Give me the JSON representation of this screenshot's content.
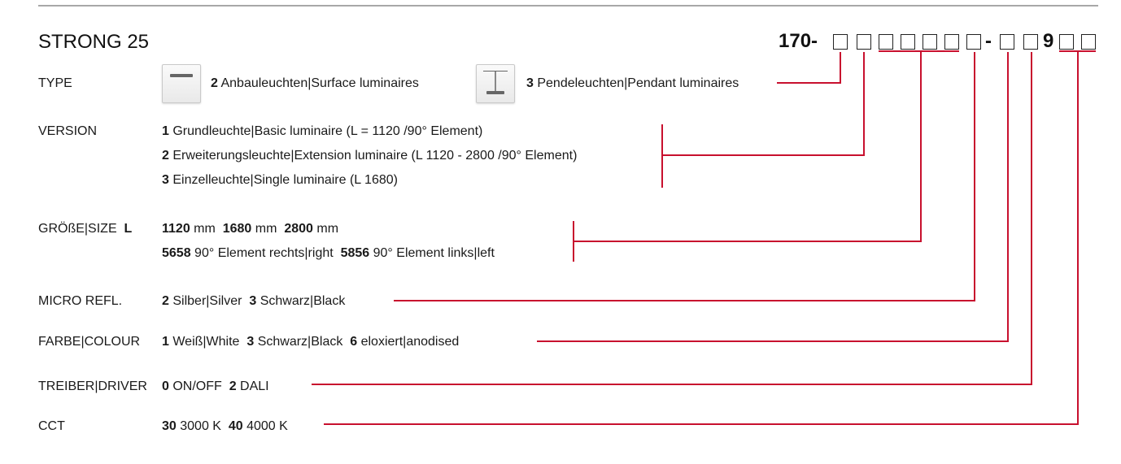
{
  "title": "STRONG 25",
  "code": {
    "prefix": "170-",
    "dash": "-",
    "nine": "9"
  },
  "rows": {
    "type": {
      "label": "TYPE",
      "options": [
        {
          "code": "2",
          "text": "Anbauleuchten|Surface luminaires",
          "icon": "surface-luminaire-icon"
        },
        {
          "code": "3",
          "text": "Pendeleuchten|Pendant luminaires",
          "icon": "pendant-luminaire-icon"
        }
      ]
    },
    "version": {
      "label": "VERSION",
      "options": [
        {
          "code": "1",
          "text": "Grundleuchte|Basic luminaire (L = 1120 /90° Element)"
        },
        {
          "code": "2",
          "text": "Erweiterungsleuchte|Extension luminaire (L 1120 - 2800 /90° Element)"
        },
        {
          "code": "3",
          "text": "Einzelleuchte|Single luminaire (L 1680)"
        }
      ]
    },
    "size": {
      "label": "GRÖßE|SIZE",
      "label_suffix": "L",
      "line1": [
        {
          "code": "1120",
          "text": "mm"
        },
        {
          "code": "1680",
          "text": "mm"
        },
        {
          "code": "2800",
          "text": "mm"
        }
      ],
      "line2": [
        {
          "code": "5658",
          "text": "90° Element rechts|right"
        },
        {
          "code": "5856",
          "text": "90° Element links|left"
        }
      ]
    },
    "micro": {
      "label": "MICRO REFL.",
      "options": [
        {
          "code": "2",
          "text": "Silber|Silver"
        },
        {
          "code": "3",
          "text": "Schwarz|Black"
        }
      ]
    },
    "colour": {
      "label": "FARBE|COLOUR",
      "options": [
        {
          "code": "1",
          "text": "Weiß|White"
        },
        {
          "code": "3",
          "text": "Schwarz|Black"
        },
        {
          "code": "6",
          "text": "eloxiert|anodised"
        }
      ]
    },
    "driver": {
      "label": "TREIBER|DRIVER",
      "options": [
        {
          "code": "0",
          "text": "ON/OFF"
        },
        {
          "code": "2",
          "text": "DALI"
        }
      ]
    },
    "cct": {
      "label": "CCT",
      "options": [
        {
          "code": "30",
          "text": "3000 K"
        },
        {
          "code": "40",
          "text": "4000 K"
        }
      ]
    }
  },
  "colors": {
    "accent": "#c8102e",
    "rule": "#a8a8a8",
    "text": "#1a1a1a"
  }
}
